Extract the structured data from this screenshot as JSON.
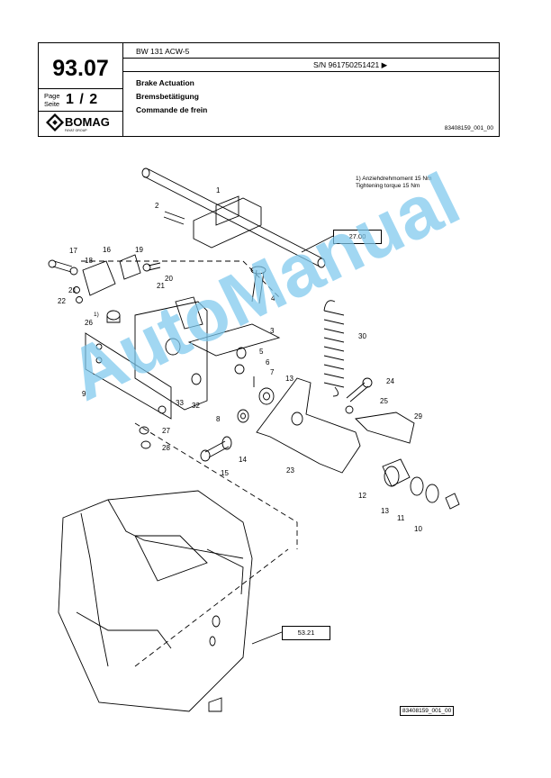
{
  "header": {
    "page_number": "93.07",
    "page_label_de": "Page",
    "page_label_en": "Seite",
    "page_of": "1  /  2",
    "logo_text": "BOMAG",
    "logo_sub": "FAYAT GROUP",
    "model": "BW 131 ACW-5",
    "serial": "S/N 961750251421  ▶",
    "title_en": "Brake Actuation",
    "title_de": "Bremsbetätigung",
    "title_fr": "Commande de frein",
    "doc_id": "83408159_001_00"
  },
  "notes": {
    "line1": "1)  Anziehdrehmoment 15 Nm",
    "line2": "     Tightening torque 15 Nm"
  },
  "ref_boxes": {
    "top": "27.00",
    "bottom": "53.21"
  },
  "callouts": [
    "1",
    "2",
    "3",
    "4",
    "5",
    "6",
    "7",
    "8",
    "9",
    "10",
    "11",
    "12",
    "13",
    "13",
    "14",
    "15",
    "16",
    "17",
    "18",
    "19",
    "20",
    "21",
    "21",
    "22",
    "23",
    "24",
    "25",
    "26",
    "27",
    "28",
    "29",
    "30",
    "32",
    "33",
    "1)"
  ],
  "footer_id": "83408159_001_00",
  "watermark": "AutoManual"
}
